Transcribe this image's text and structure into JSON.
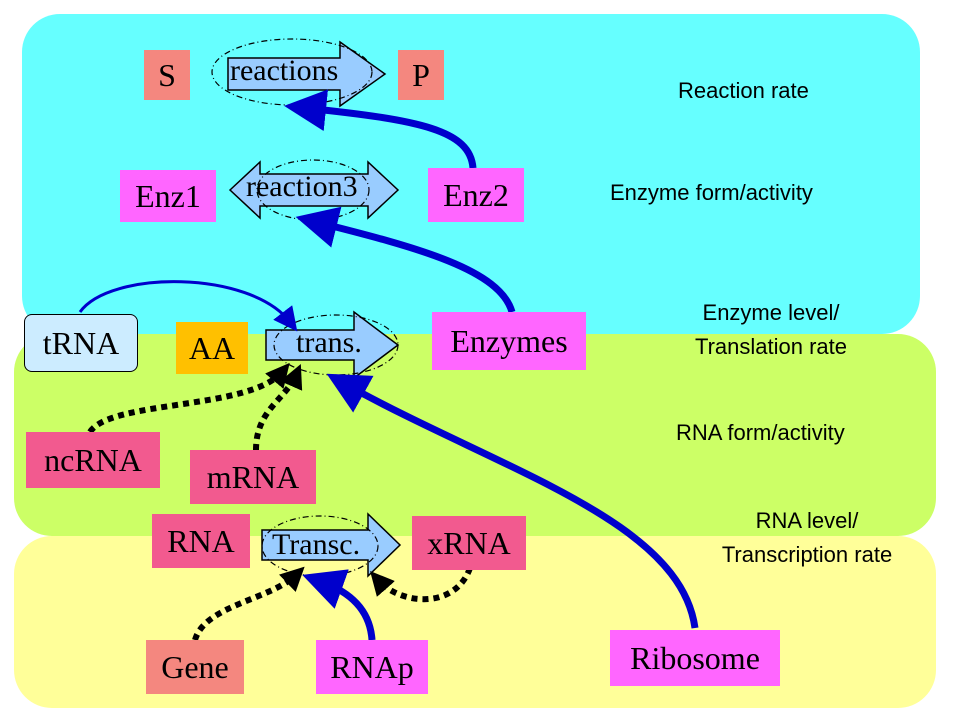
{
  "nodes": {
    "s": "S",
    "p": "P",
    "enz1": "Enz1",
    "enz2": "Enz2",
    "trna": "tRNA",
    "aa": "AA",
    "enzymes": "Enzymes",
    "ncrna": "ncRNA",
    "mrna": "mRNA",
    "rna": "RNA",
    "xrna": "xRNA",
    "gene": "Gene",
    "rnap": "RNAp",
    "ribosome": "Ribosome"
  },
  "processes": {
    "reactions": "reactions",
    "reaction3": "reaction3",
    "trans": "trans.",
    "transc": "Transc."
  },
  "levels": {
    "reaction_rate": "Reaction rate",
    "enzyme_form": "Enzyme form/activity",
    "enzyme_level_1": "Enzyme level/",
    "enzyme_level_2": "Translation rate",
    "rna_form": "RNA form/activity",
    "rna_level_1": "RNA level/",
    "rna_level_2": "Transcription rate"
  },
  "colors": {
    "top_band": "#66ffff",
    "middle_band": "#ccff66",
    "bottom_band": "#ffff99",
    "arrow_blue": "#0000cc",
    "process_arrow_fill": "#99ccff"
  }
}
